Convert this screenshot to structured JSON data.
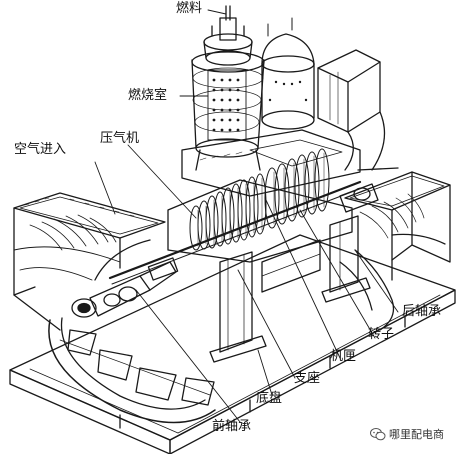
{
  "diagram": {
    "labels": {
      "fuel": "燃料",
      "combustor": "燃烧室",
      "air_inlet": "空气进入",
      "compressor": "压气机",
      "rear_bearing": "后轴承",
      "rotor": "转子",
      "casing": "机匣",
      "support_base": "支座",
      "chassis": "底盘",
      "front_bearing": "前轴承"
    },
    "watermark": {
      "text": "哪里配电商",
      "icon": "wechat-icon"
    },
    "colors": {
      "ink": "#1a1a1a",
      "background": "#ffffff"
    }
  }
}
